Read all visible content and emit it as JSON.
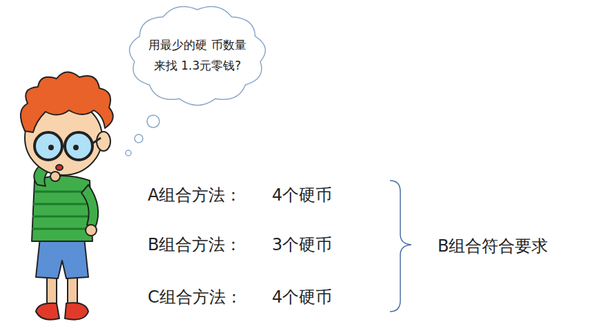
{
  "diagram": {
    "nodes": [
      {
        "text": [
          "用最少的硬 币数量来找 1.3元零钱?"
        ]
      }
    ],
    "labels": [
      "A组合方法：",
      "4个硬币",
      "B组合方法：",
      "3个硬币",
      "C组合方法：",
      "4个硬币",
      "B组合符合要求"
    ]
  }
}
